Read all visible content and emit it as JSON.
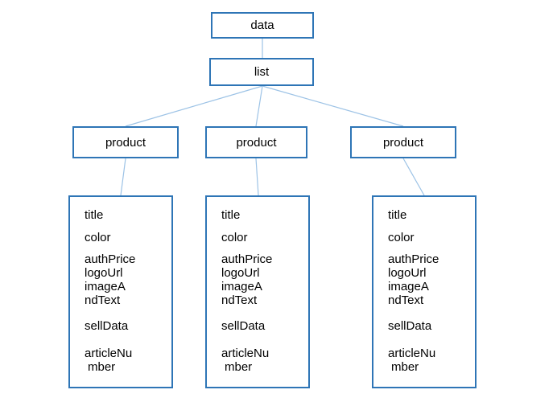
{
  "diagram": {
    "nodes": {
      "data_label": "data",
      "list_label": "list",
      "product_label": "product"
    },
    "fields": {
      "lines": [
        "title",
        "color",
        "authPrice",
        "logoUrl",
        "imageA",
        "ndText",
        "sellData",
        "articleNu",
        "mber"
      ]
    },
    "colors": {
      "box_border": "#2E75B6",
      "connector_line": "#9DC3E6",
      "text": "#000000",
      "background": "#FFFFFF"
    }
  }
}
